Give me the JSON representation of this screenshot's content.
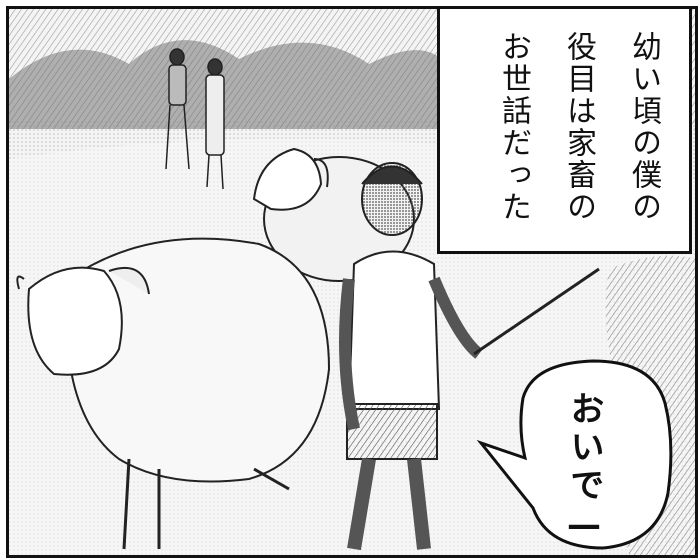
{
  "caption": {
    "lines": [
      "幼い頃の僕の",
      "役目は家畜の",
      "お世話だった"
    ]
  },
  "speech": {
    "text": "おいで—"
  }
}
